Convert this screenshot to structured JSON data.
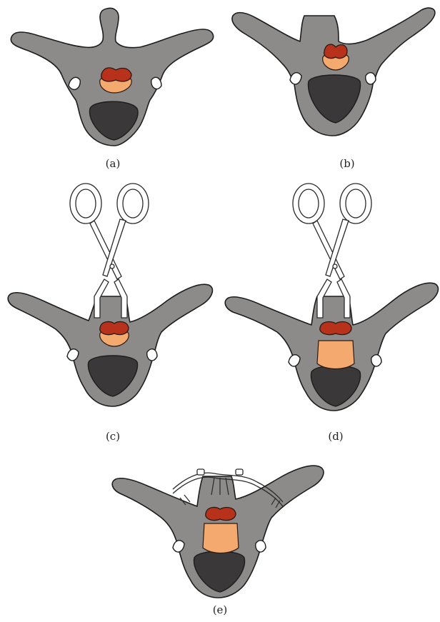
{
  "colors": {
    "bone": "#8d8b8a",
    "canal": "#3a3838",
    "red_tissue": "#b8321b",
    "peach_tissue": "#f4aa6e",
    "outline": "#1c1c1c"
  },
  "panels": [
    {
      "label": "(a)",
      "content": "vertebra"
    },
    {
      "label": "(b)",
      "content": "vertebra with shortened spinous process"
    },
    {
      "label": "(c)",
      "content": "vertebra with forceps"
    },
    {
      "label": "(d)",
      "content": "vertebra with forceps, enlarged opening"
    },
    {
      "label": "(e)",
      "content": "vertebra with fixation wire"
    }
  ]
}
